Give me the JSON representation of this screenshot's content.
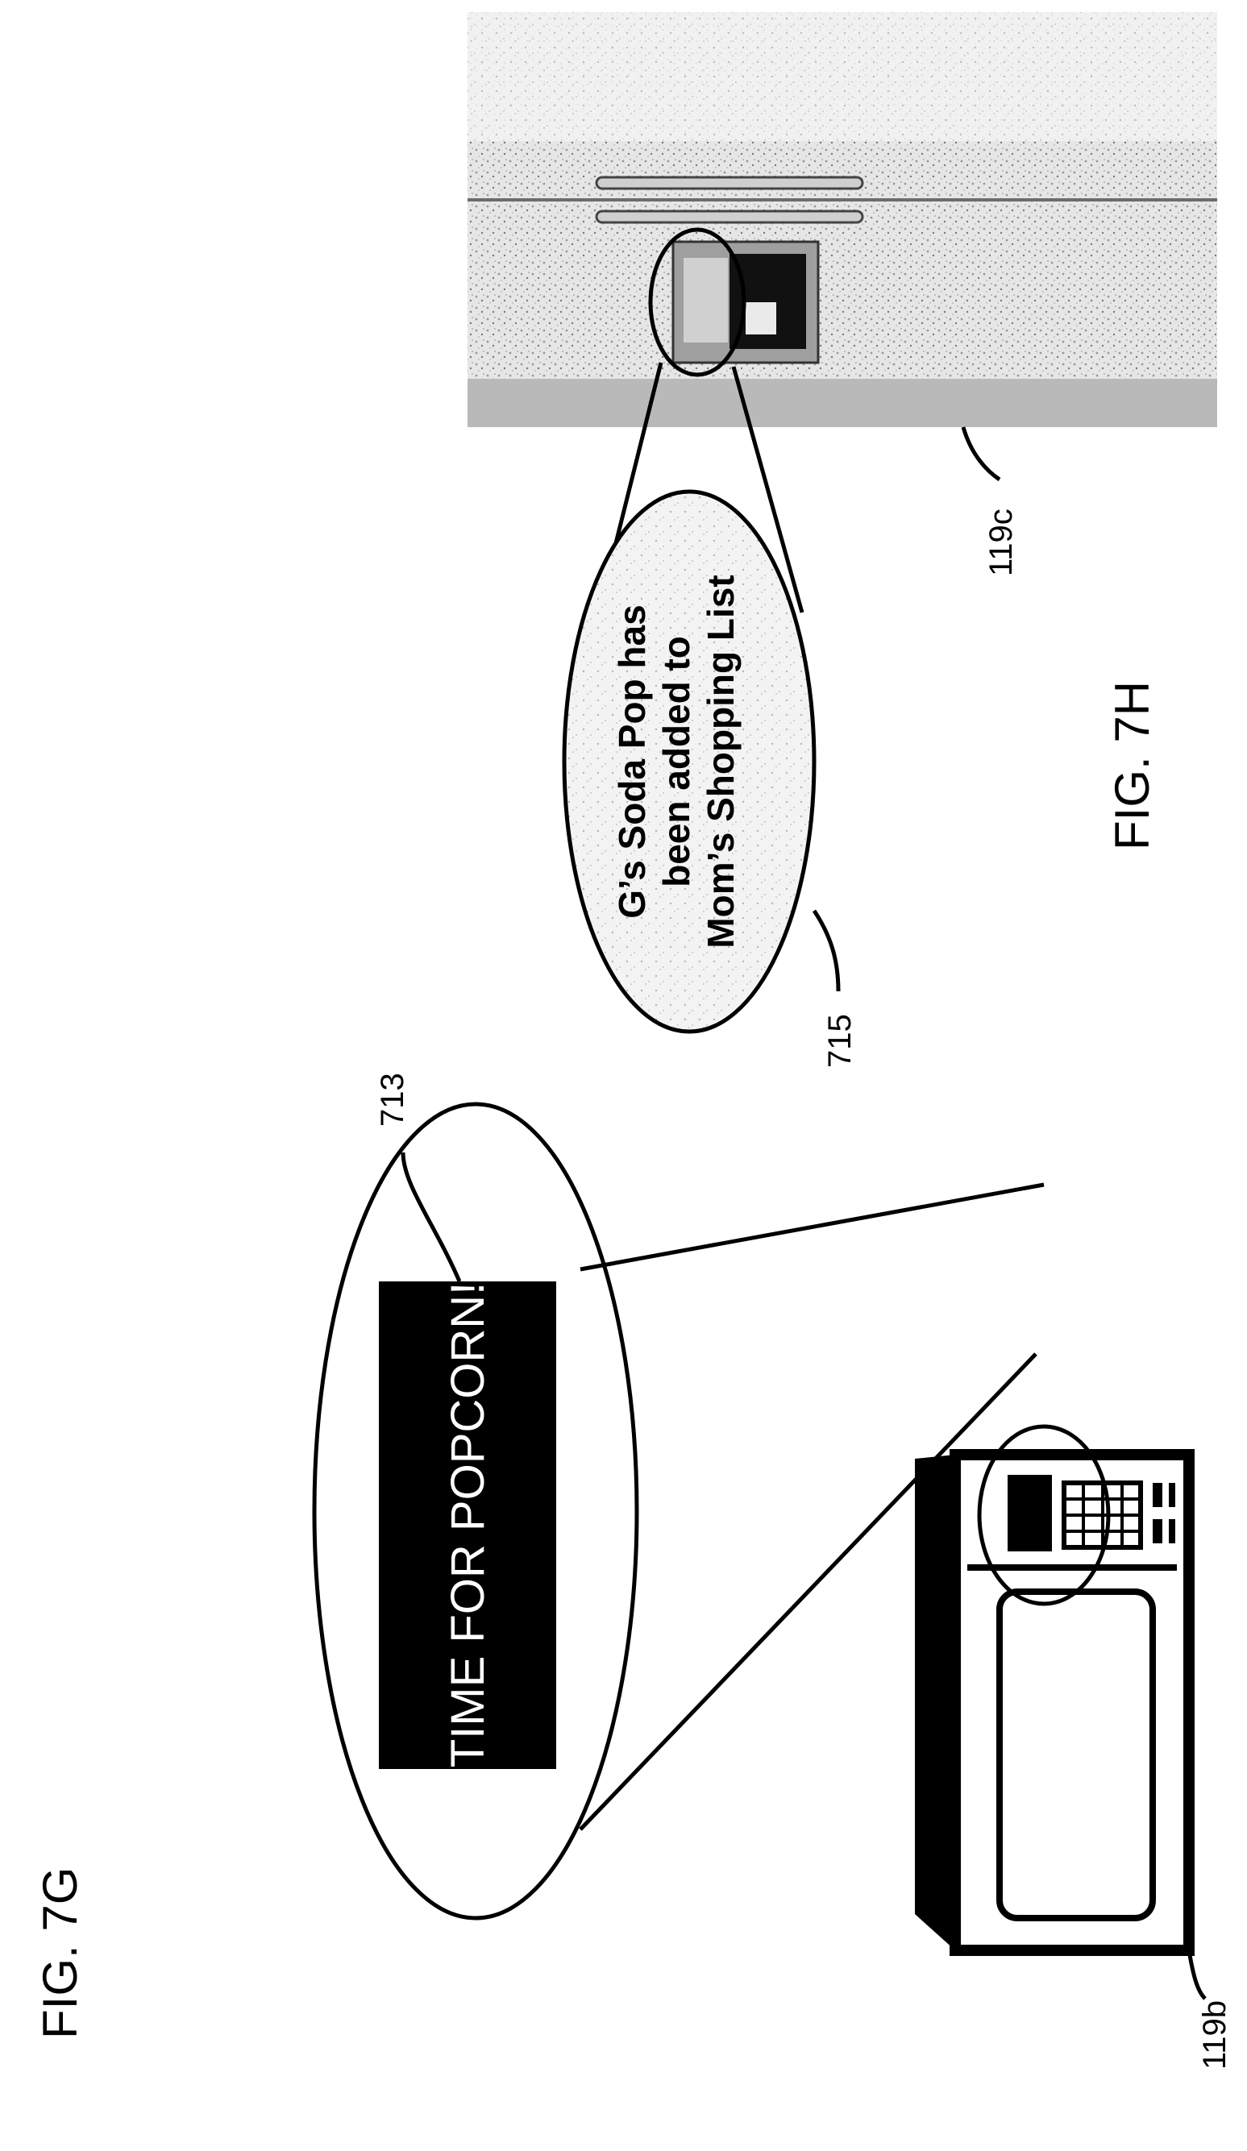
{
  "figures": {
    "fig_7g": {
      "label": "FIG. 7G",
      "display_message": "TIME FOR POPCORN!",
      "callout_ref": "713",
      "device_ref": "119b"
    },
    "fig_7h": {
      "label": "FIG. 7H",
      "bubble_lines": [
        "G’s Soda Pop has",
        "been added to",
        "Mom’s Shopping List"
      ],
      "callout_ref": "715",
      "device_ref": "119c"
    }
  },
  "colors": {
    "ink": "#000000",
    "paper": "#ffffff",
    "fridge_body": "#d8d8d8",
    "microwave_window": "#ffffff"
  },
  "icons": {
    "microwave": "microwave-icon",
    "refrigerator": "refrigerator-icon"
  }
}
